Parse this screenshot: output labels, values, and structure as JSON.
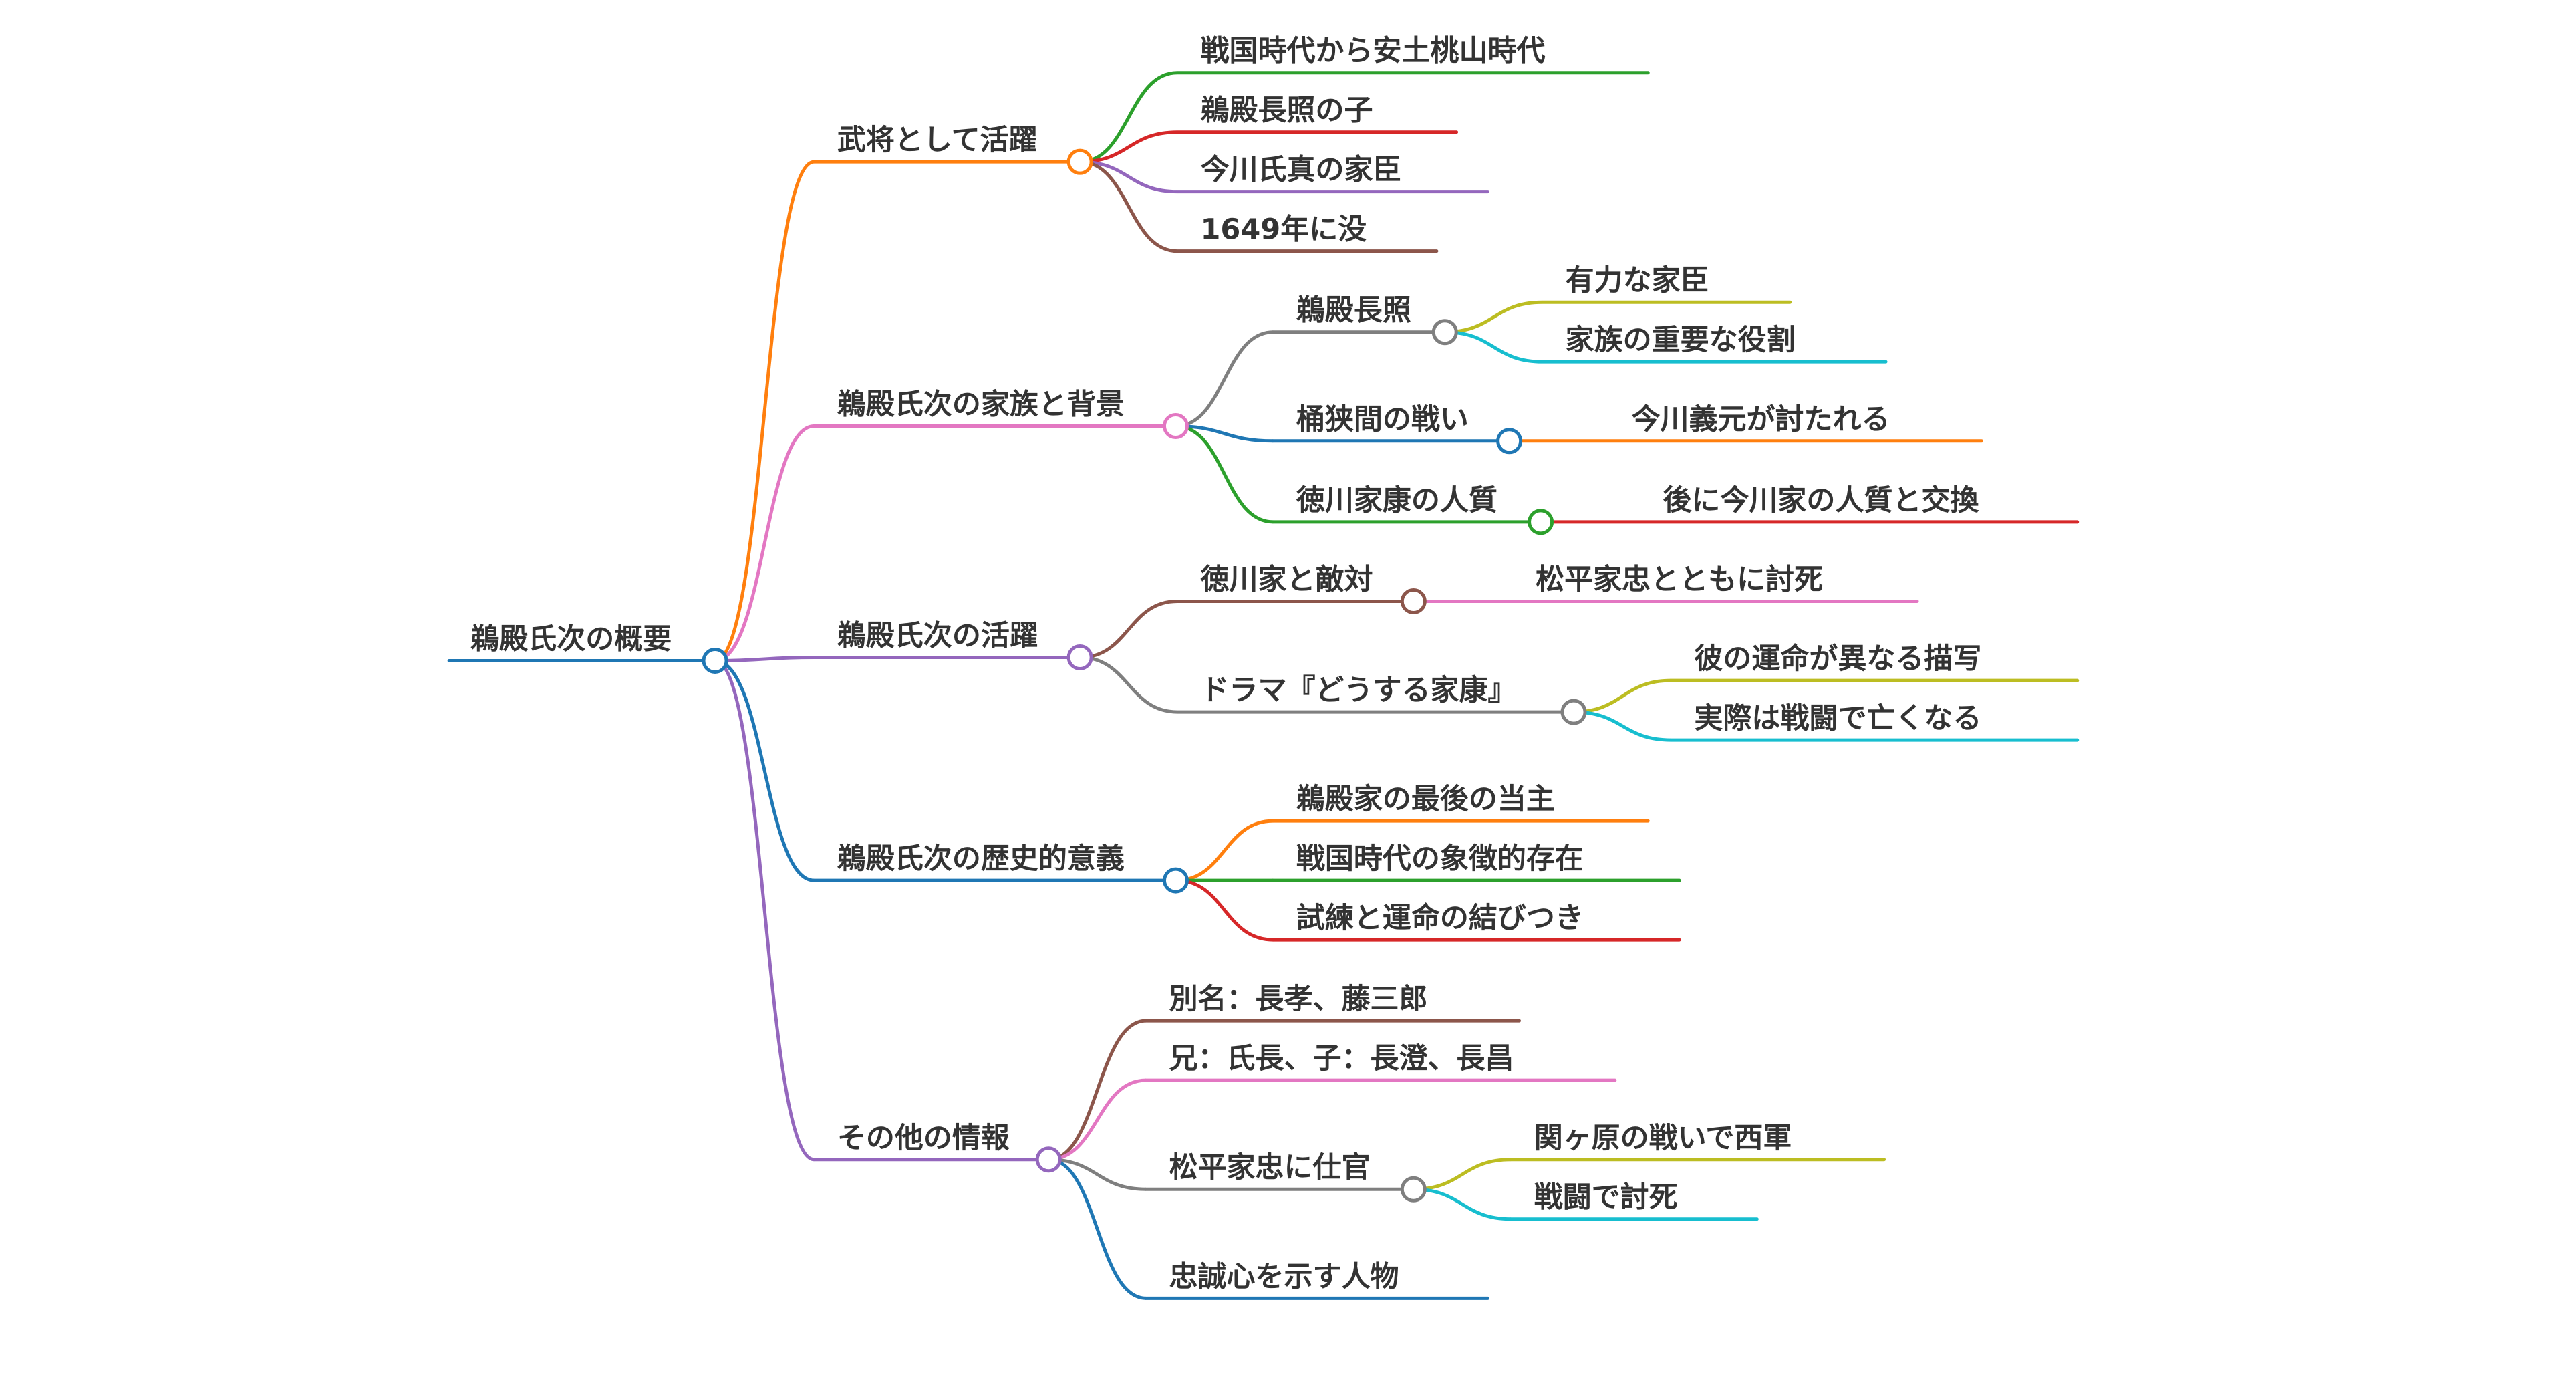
{
  "mindmap": {
    "label": "鵜殿氏次の概要",
    "color": "#1f77b4",
    "children": [
      {
        "label": "武将として活躍",
        "color": "#ff7f0e",
        "children": [
          {
            "label": "戦国時代から安土桃山時代",
            "color": "#2ca02c"
          },
          {
            "label": "鵜殿長照の子",
            "color": "#d62728"
          },
          {
            "label": "今川氏真の家臣",
            "color": "#9467bd"
          },
          {
            "label": "1649年に没",
            "color": "#8c564b"
          }
        ]
      },
      {
        "label": "鵜殿氏次の家族と背景",
        "color": "#e377c2",
        "children": [
          {
            "label": "鵜殿長照",
            "color": "#7f7f7f",
            "children": [
              {
                "label": "有力な家臣",
                "color": "#bcbd22"
              },
              {
                "label": "家族の重要な役割",
                "color": "#17becf"
              }
            ]
          },
          {
            "label": "桶狭間の戦い",
            "color": "#1f77b4",
            "children": [
              {
                "label": "今川義元が討たれる",
                "color": "#ff7f0e"
              }
            ]
          },
          {
            "label": "徳川家康の人質",
            "color": "#2ca02c",
            "children": [
              {
                "label": "後に今川家の人質と交換",
                "color": "#d62728"
              }
            ]
          }
        ]
      },
      {
        "label": "鵜殿氏次の活躍",
        "color": "#9467bd",
        "children": [
          {
            "label": "徳川家と敵対",
            "color": "#8c564b",
            "children": [
              {
                "label": "松平家忠とともに討死",
                "color": "#e377c2"
              }
            ]
          },
          {
            "label": "ドラマ『どうする家康』",
            "color": "#7f7f7f",
            "children": [
              {
                "label": "彼の運命が異なる描写",
                "color": "#bcbd22"
              },
              {
                "label": "実際は戦闘で亡くなる",
                "color": "#17becf"
              }
            ]
          }
        ]
      },
      {
        "label": "鵜殿氏次の歴史的意義",
        "color": "#1f77b4",
        "children": [
          {
            "label": "鵜殿家の最後の当主",
            "color": "#ff7f0e"
          },
          {
            "label": "戦国時代の象徴的存在",
            "color": "#2ca02c"
          },
          {
            "label": "試練と運命の結びつき",
            "color": "#d62728"
          }
        ]
      },
      {
        "label": "その他の情報",
        "color": "#9467bd",
        "children": [
          {
            "label": "別名：長孝、藤三郎",
            "color": "#8c564b"
          },
          {
            "label": "兄：氏長、子：長澄、長昌",
            "color": "#e377c2"
          },
          {
            "label": "松平家忠に仕官",
            "color": "#7f7f7f",
            "children": [
              {
                "label": "関ヶ原の戦いで西軍",
                "color": "#bcbd22"
              },
              {
                "label": "戦闘で討死",
                "color": "#17becf"
              }
            ]
          },
          {
            "label": "忠誠心を示す人物",
            "color": "#1f77b4"
          }
        ]
      }
    ]
  }
}
